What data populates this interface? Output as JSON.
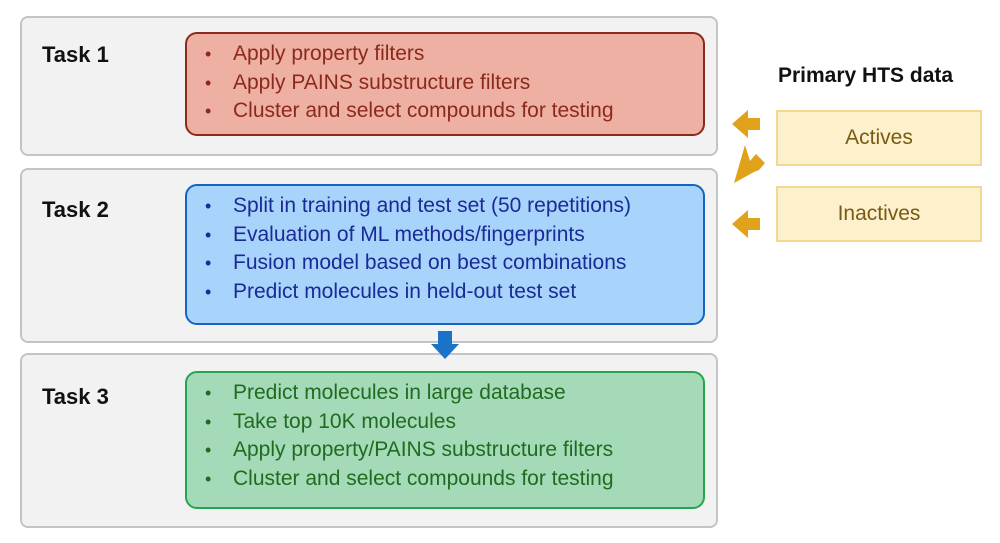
{
  "tasks": [
    {
      "title": "Task 1",
      "bullets": [
        "Apply property filters",
        "Apply PAINS substructure filters",
        "Cluster and select compounds for testing"
      ]
    },
    {
      "title": "Task 2",
      "bullets": [
        "Split in training and test set (50 repetitions)",
        "Evaluation of ML methods/fingerprints",
        "Fusion model based on best combinations",
        "Predict molecules in held-out test set"
      ]
    },
    {
      "title": "Task 3",
      "bullets": [
        "Predict molecules in large database",
        "Take top 10K molecules",
        "Apply property/PAINS substructure filters",
        "Cluster and select compounds for testing"
      ]
    }
  ],
  "hts": {
    "title": "Primary HTS data",
    "actives": "Actives",
    "inactives": "Inactives"
  },
  "colors": {
    "task1_fill": "#eeb0a2",
    "task2_fill": "#a8d3fb",
    "task3_fill": "#a4dab8",
    "hts_arrow": "#e0a21a",
    "flow_arrow": "#1a73c8"
  }
}
